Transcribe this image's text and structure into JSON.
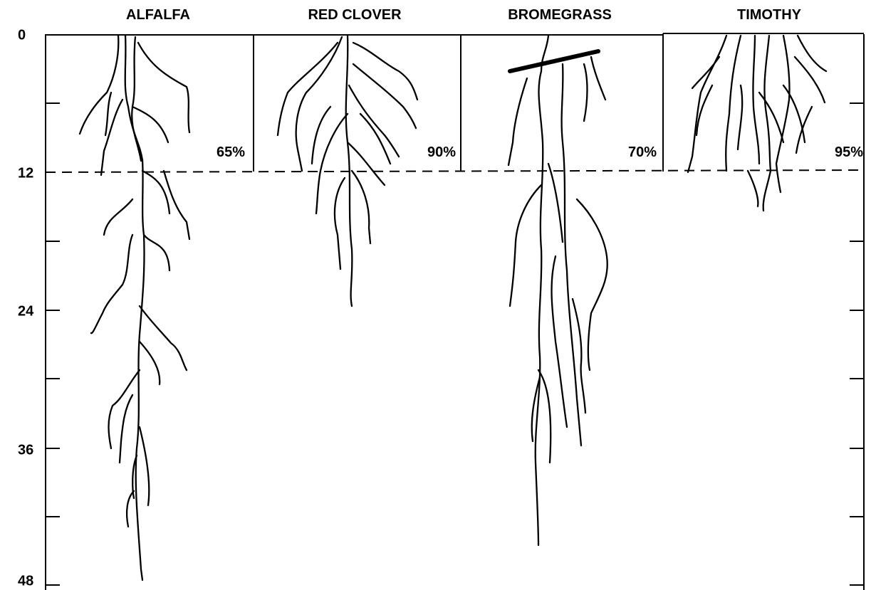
{
  "depth_axis": {
    "ticks": [
      "0",
      "12",
      "24",
      "36",
      "48"
    ],
    "min": 0,
    "max": 48,
    "minor_step": 6,
    "boundary_depth": 12
  },
  "crops": [
    {
      "name": "ALFALFA",
      "percent_in_top_12": "65%"
    },
    {
      "name": "RED CLOVER",
      "percent_in_top_12": "90%"
    },
    {
      "name": "BROMEGRASS",
      "percent_in_top_12": "70%"
    },
    {
      "name": "TIMOTHY",
      "percent_in_top_12": "95%"
    }
  ],
  "colors": {
    "ink": "#000000",
    "background": "#ffffff"
  }
}
